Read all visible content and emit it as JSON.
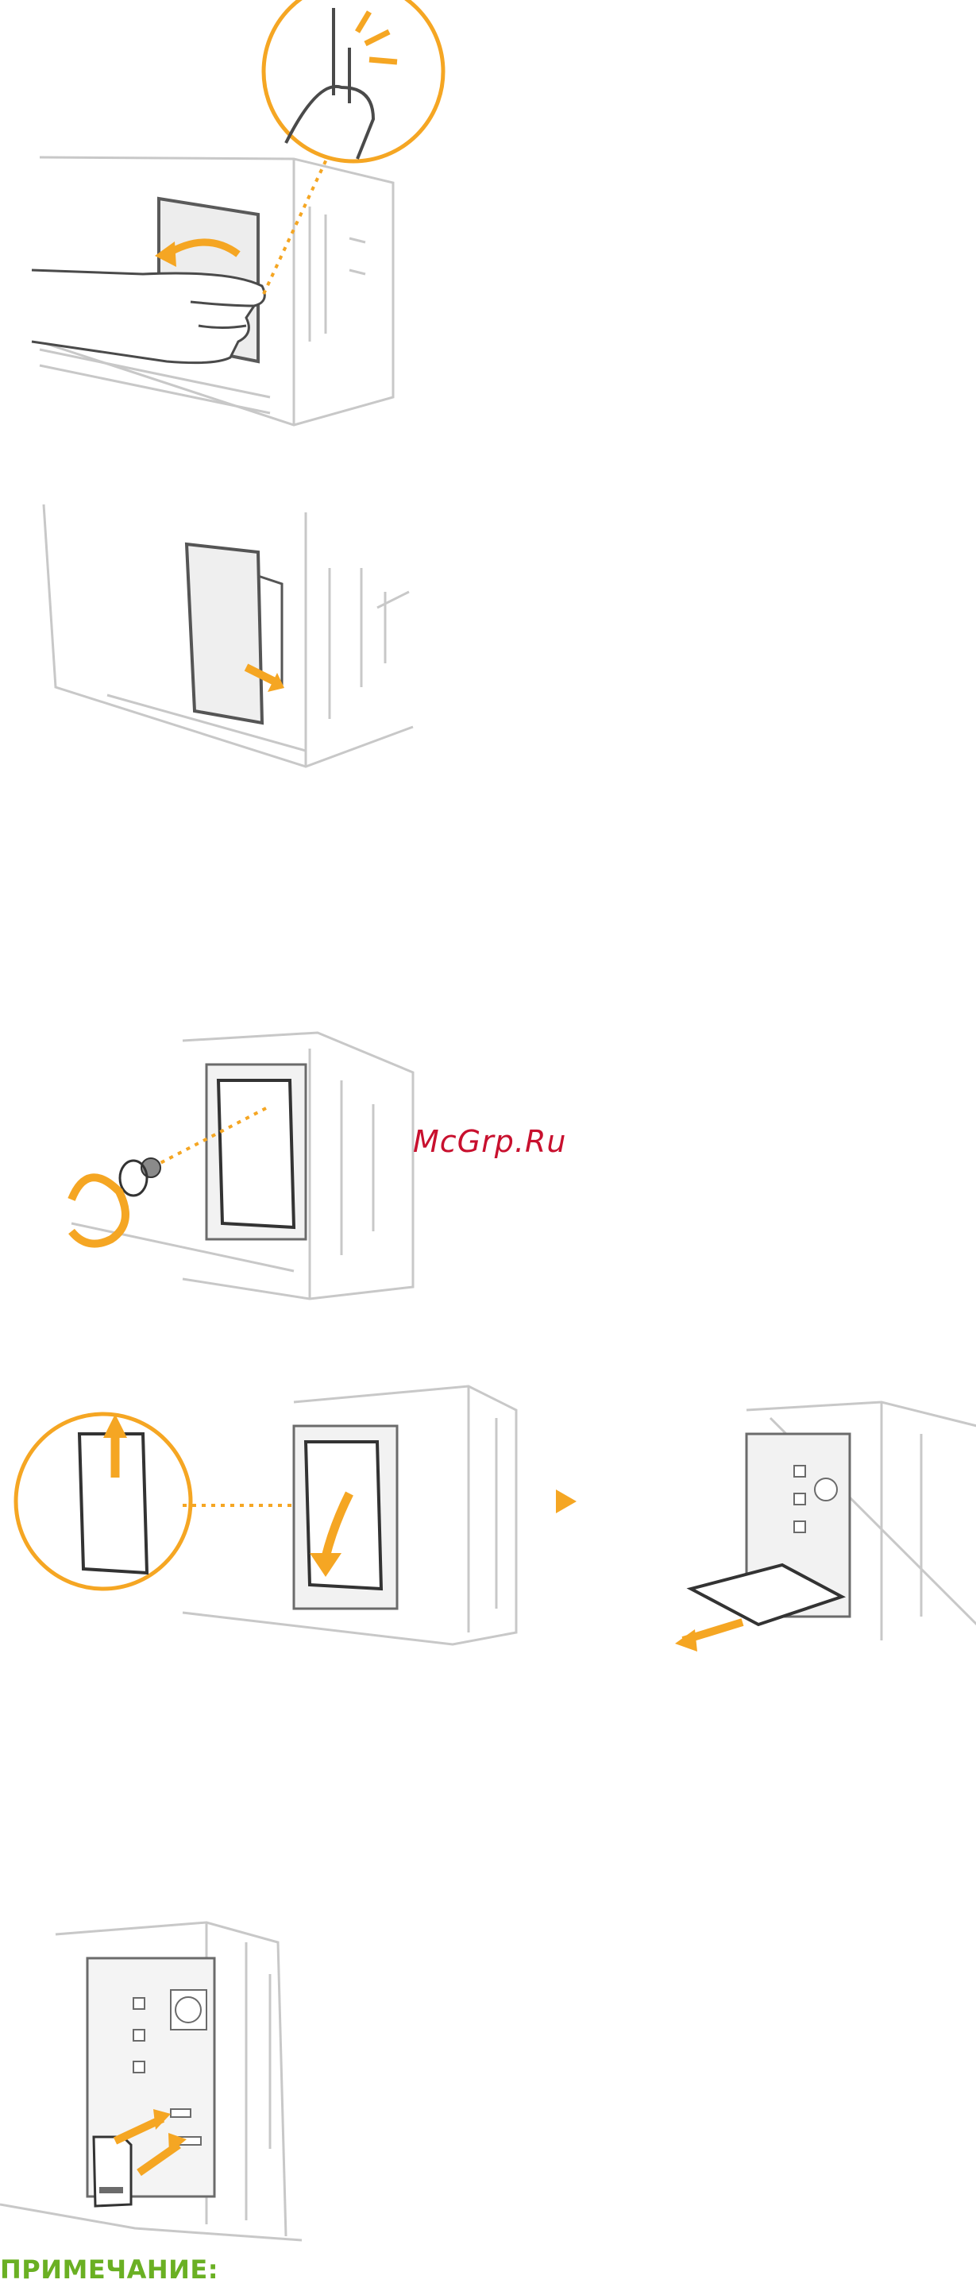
{
  "watermark": {
    "text": "McGrp.Ru"
  },
  "note": {
    "heading": "ПРИМЕЧАНИЕ:"
  },
  "colors": {
    "accent": "#f5a623",
    "outline": "#6b6b6b",
    "light_outline": "#c8c8c8",
    "note_green": "#6ab023",
    "watermark_red": "#c8102e"
  },
  "illustrations": [
    {
      "name": "open-side-cover-with-lock-release",
      "icons": [
        "hand-icon",
        "finger-press-icon",
        "curved-arrow-icon"
      ]
    },
    {
      "name": "remove-side-cover",
      "icons": [
        "arrow-icon"
      ]
    },
    {
      "name": "remove-screw",
      "icons": [
        "screw-icon",
        "rotate-arrow-icon"
      ]
    },
    {
      "name": "open-and-remove-plate",
      "icons": [
        "up-arrow-icon",
        "curved-arrow-icon",
        "next-step-icon",
        "pull-arrow-icon"
      ]
    },
    {
      "name": "insert-sd-card",
      "icons": [
        "sd-card-icon",
        "insert-arrow-icon"
      ]
    }
  ]
}
